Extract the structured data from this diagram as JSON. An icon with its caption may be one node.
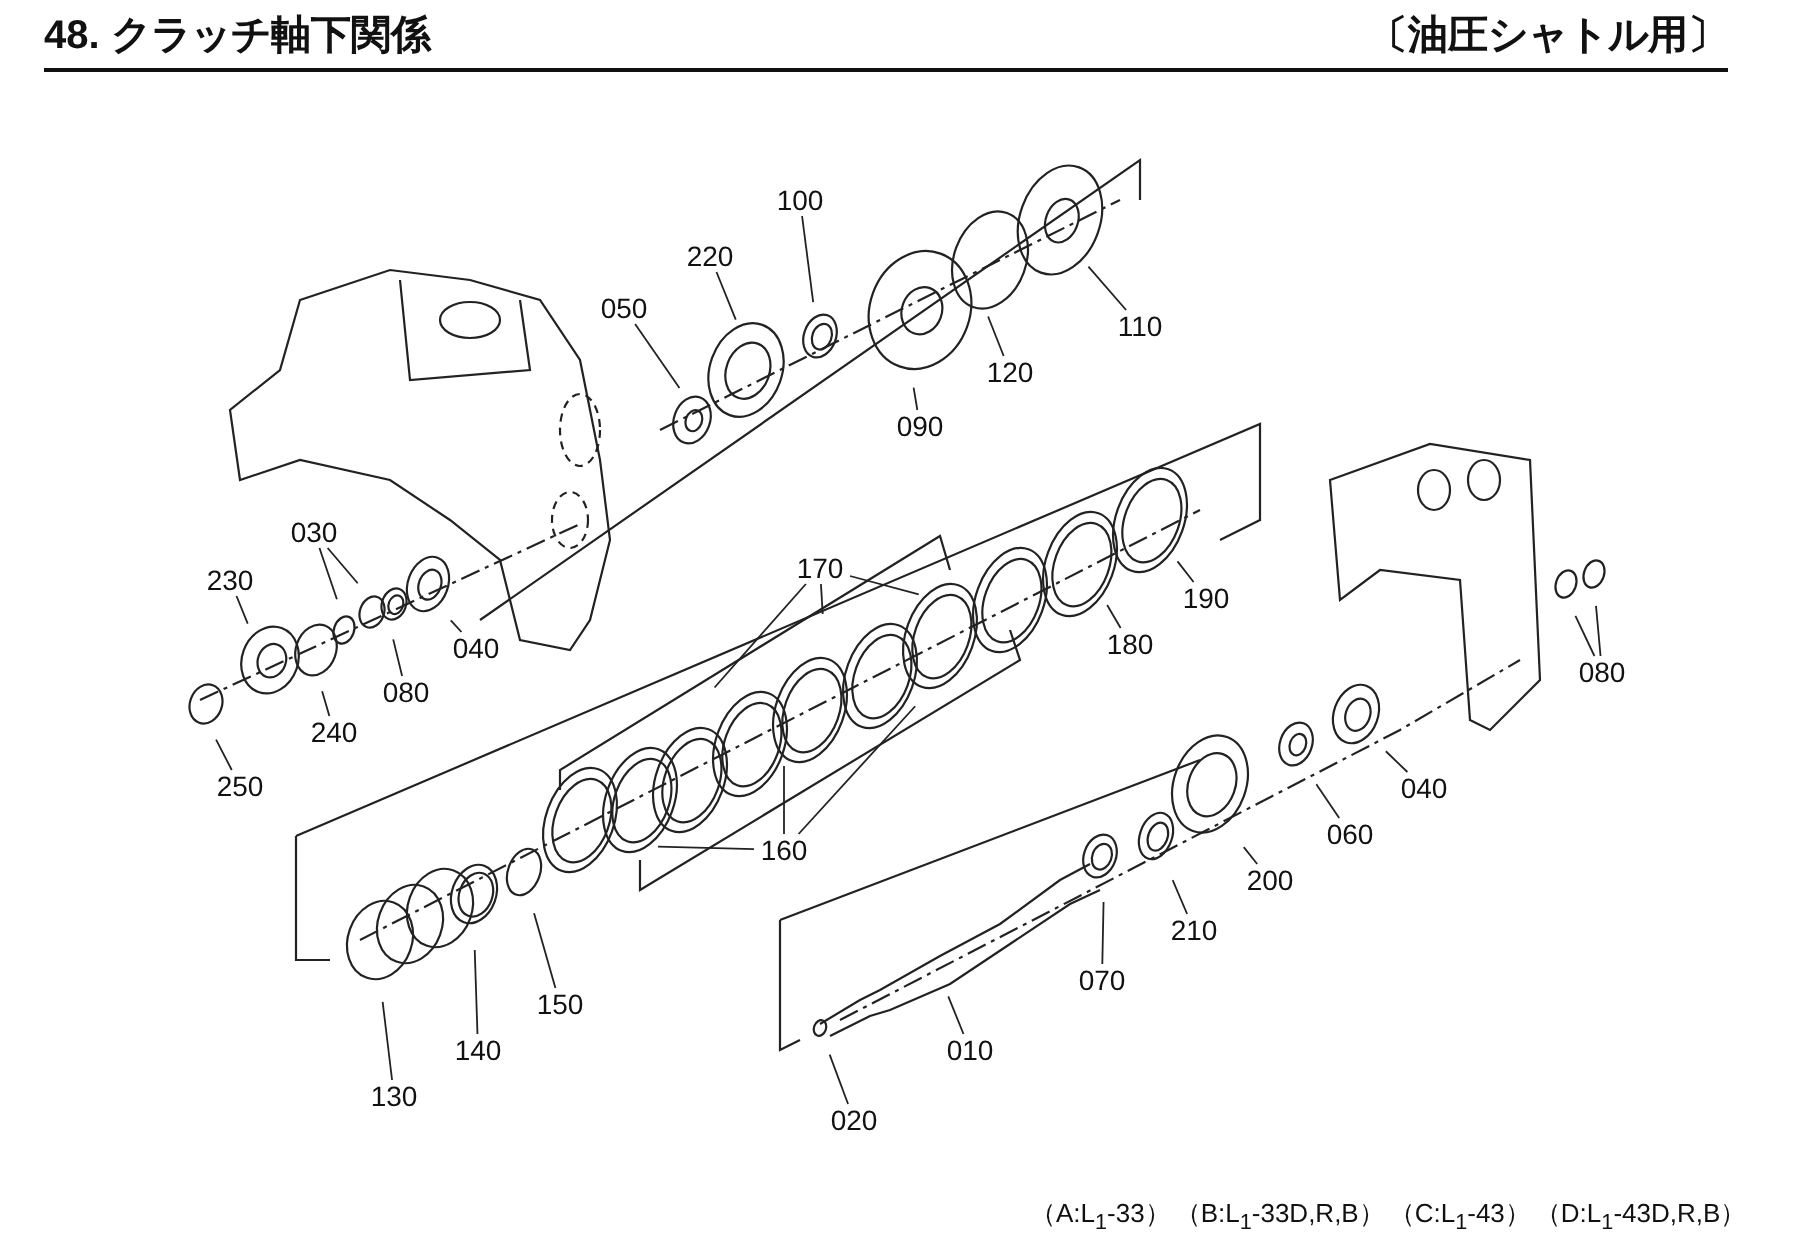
{
  "diagram": {
    "title": "48. クラッチ軸下関係",
    "nodes": [
      {
        "text": [
          "100"
        ]
      },
      {
        "text": [
          "220"
        ]
      },
      {
        "text": [
          "050"
        ]
      },
      {
        "text": [
          "110"
        ]
      },
      {
        "text": [
          "120"
        ]
      },
      {
        "text": [
          "090"
        ]
      },
      {
        "text": [
          "030"
        ]
      },
      {
        "text": [
          "230"
        ]
      },
      {
        "text": [
          "040"
        ]
      },
      {
        "text": [
          "080"
        ]
      },
      {
        "text": [
          "170"
        ]
      },
      {
        "text": [
          "190"
        ]
      },
      {
        "text": [
          "180"
        ]
      },
      {
        "text": [
          "250"
        ]
      },
      {
        "text": [
          "240"
        ]
      },
      {
        "text": [
          "080"
        ]
      },
      {
        "text": [
          "160"
        ]
      },
      {
        "text": [
          "040"
        ]
      },
      {
        "text": [
          "060"
        ]
      },
      {
        "text": [
          "200"
        ]
      },
      {
        "text": [
          "150"
        ]
      },
      {
        "text": [
          "210"
        ]
      },
      {
        "text": [
          "140"
        ]
      },
      {
        "text": [
          "070"
        ]
      },
      {
        "text": [
          "010"
        ]
      },
      {
        "text": [
          "130"
        ]
      },
      {
        "text": [
          "020"
        ]
      }
    ],
    "edges": [
      {
        "from": 0,
        "to": null,
        "arrow": "none"
      },
      {
        "from": 1,
        "to": null,
        "arrow": "none"
      },
      {
        "from": 2,
        "to": null,
        "arrow": "none"
      },
      {
        "from": 3,
        "to": null,
        "arrow": "none"
      },
      {
        "from": 4,
        "to": null,
        "arrow": "none"
      },
      {
        "from": 5,
        "to": null,
        "arrow": "none"
      },
      {
        "from": 6,
        "to": null,
        "arrow": "none"
      },
      {
        "from": 6,
        "to": null,
        "arrow": "none"
      },
      {
        "from": 7,
        "to": null,
        "arrow": "none"
      },
      {
        "from": 8,
        "to": null,
        "arrow": "none"
      },
      {
        "from": 9,
        "to": null,
        "arrow": "none"
      },
      {
        "from": 10,
        "to": null,
        "arrow": "none"
      },
      {
        "from": 10,
        "to": null,
        "arrow": "none"
      },
      {
        "from": 10,
        "to": null,
        "arrow": "none"
      },
      {
        "from": 11,
        "to": null,
        "arrow": "none"
      },
      {
        "from": 12,
        "to": null,
        "arrow": "none"
      },
      {
        "from": 13,
        "to": null,
        "arrow": "none"
      },
      {
        "from": 14,
        "to": null,
        "arrow": "none"
      },
      {
        "from": 15,
        "to": null,
        "arrow": "none"
      },
      {
        "from": 15,
        "to": null,
        "arrow": "none"
      },
      {
        "from": 16,
        "to": null,
        "arrow": "none"
      },
      {
        "from": 16,
        "to": null,
        "arrow": "none"
      },
      {
        "from": 16,
        "to": null,
        "arrow": "none"
      },
      {
        "from": 17,
        "to": null,
        "arrow": "none"
      },
      {
        "from": 18,
        "to": null,
        "arrow": "none"
      },
      {
        "from": 19,
        "to": null,
        "arrow": "none"
      },
      {
        "from": 20,
        "to": null,
        "arrow": "none"
      },
      {
        "from": 21,
        "to": null,
        "arrow": "none"
      },
      {
        "from": 22,
        "to": null,
        "arrow": "none"
      },
      {
        "from": 23,
        "to": null,
        "arrow": "none"
      },
      {
        "from": 24,
        "to": null,
        "arrow": "none"
      },
      {
        "from": 25,
        "to": null,
        "arrow": "none"
      },
      {
        "from": 26,
        "to": null,
        "arrow": "none"
      }
    ],
    "labels": [
      "〔油圧シャトル用〕",
      "（A:L$_{1}$-33）",
      "（B:L$_{1}$-33D,R,B）",
      "（C:L$_{1}$-43）",
      "（D:L$_{1}$-43D,R,B）"
    ]
  }
}
